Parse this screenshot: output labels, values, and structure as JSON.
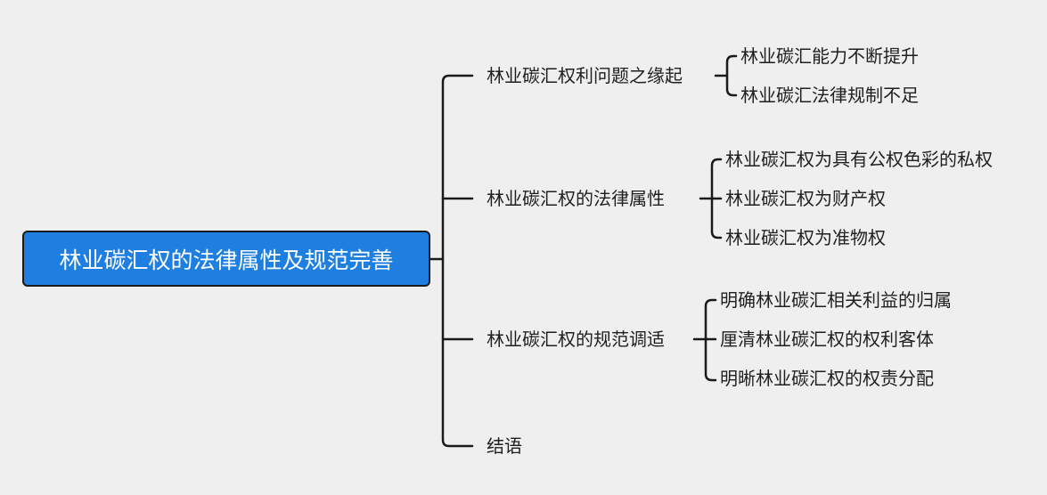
{
  "root": {
    "label": "林业碳汇权的法律属性及规范完善"
  },
  "branches": [
    {
      "label": "林业碳汇权利问题之缘起",
      "children": [
        "林业碳汇能力不断提升",
        "林业碳汇法律规制不足"
      ]
    },
    {
      "label": "林业碳汇权的法律属性",
      "children": [
        "林业碳汇权为具有公权色彩的私权",
        "林业碳汇权为财产权",
        "林业碳汇权为准物权"
      ]
    },
    {
      "label": "林业碳汇权的规范调适",
      "children": [
        "明确林业碳汇相关利益的归属",
        "厘清林业碳汇权的权利客体",
        "明晰林业碳汇权的权责分配"
      ]
    },
    {
      "label": "结语",
      "children": []
    }
  ],
  "colors": {
    "background": "#efefef",
    "root_fill": "#1f7fe0",
    "line": "#1a1a1a",
    "text": "#1f1f1f"
  }
}
